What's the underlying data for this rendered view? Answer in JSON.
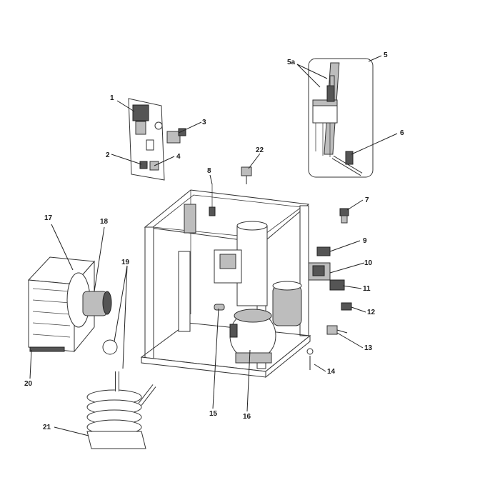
{
  "diagram": {
    "callouts": [
      "1",
      "2",
      "3",
      "4",
      "5",
      "5a",
      "6",
      "7",
      "8",
      "9",
      "10",
      "11",
      "12",
      "13",
      "14",
      "15",
      "16",
      "17",
      "18",
      "19",
      "20",
      "21",
      "22"
    ]
  }
}
